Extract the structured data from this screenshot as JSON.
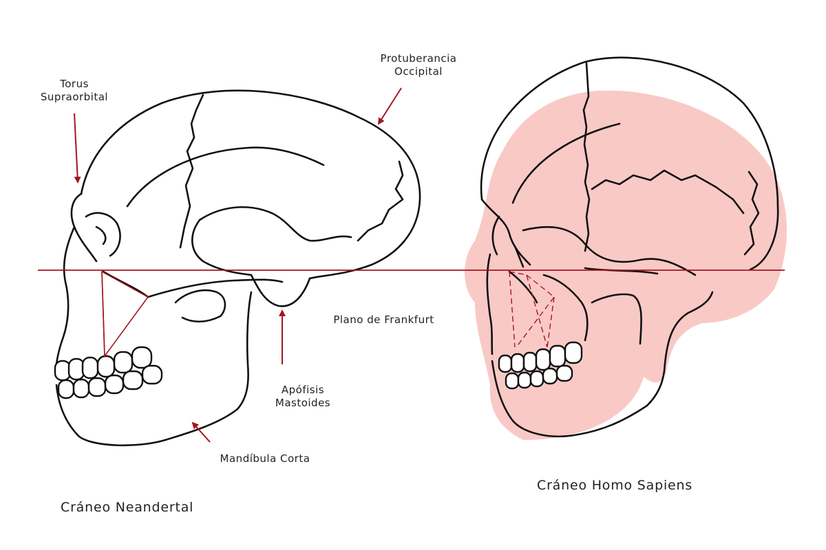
{
  "colors": {
    "accent_red": "#a3161f",
    "sapiens_fill": "#f9c9c6",
    "outline": "#111111",
    "text": "#222222"
  },
  "labels": {
    "torus": [
      "Torus",
      "Supraorbital"
    ],
    "protuberancia": [
      "Protuberancia",
      "Occipital"
    ],
    "frankfurt": "Plano de Frankfurt",
    "apofisis": [
      "Apófisis",
      "Mastoides"
    ],
    "mandibula": "Mandíbula Corta"
  },
  "captions": {
    "neandertal": "Cráneo Neandertal",
    "sapiens": "Cráneo Homo Sapiens"
  }
}
